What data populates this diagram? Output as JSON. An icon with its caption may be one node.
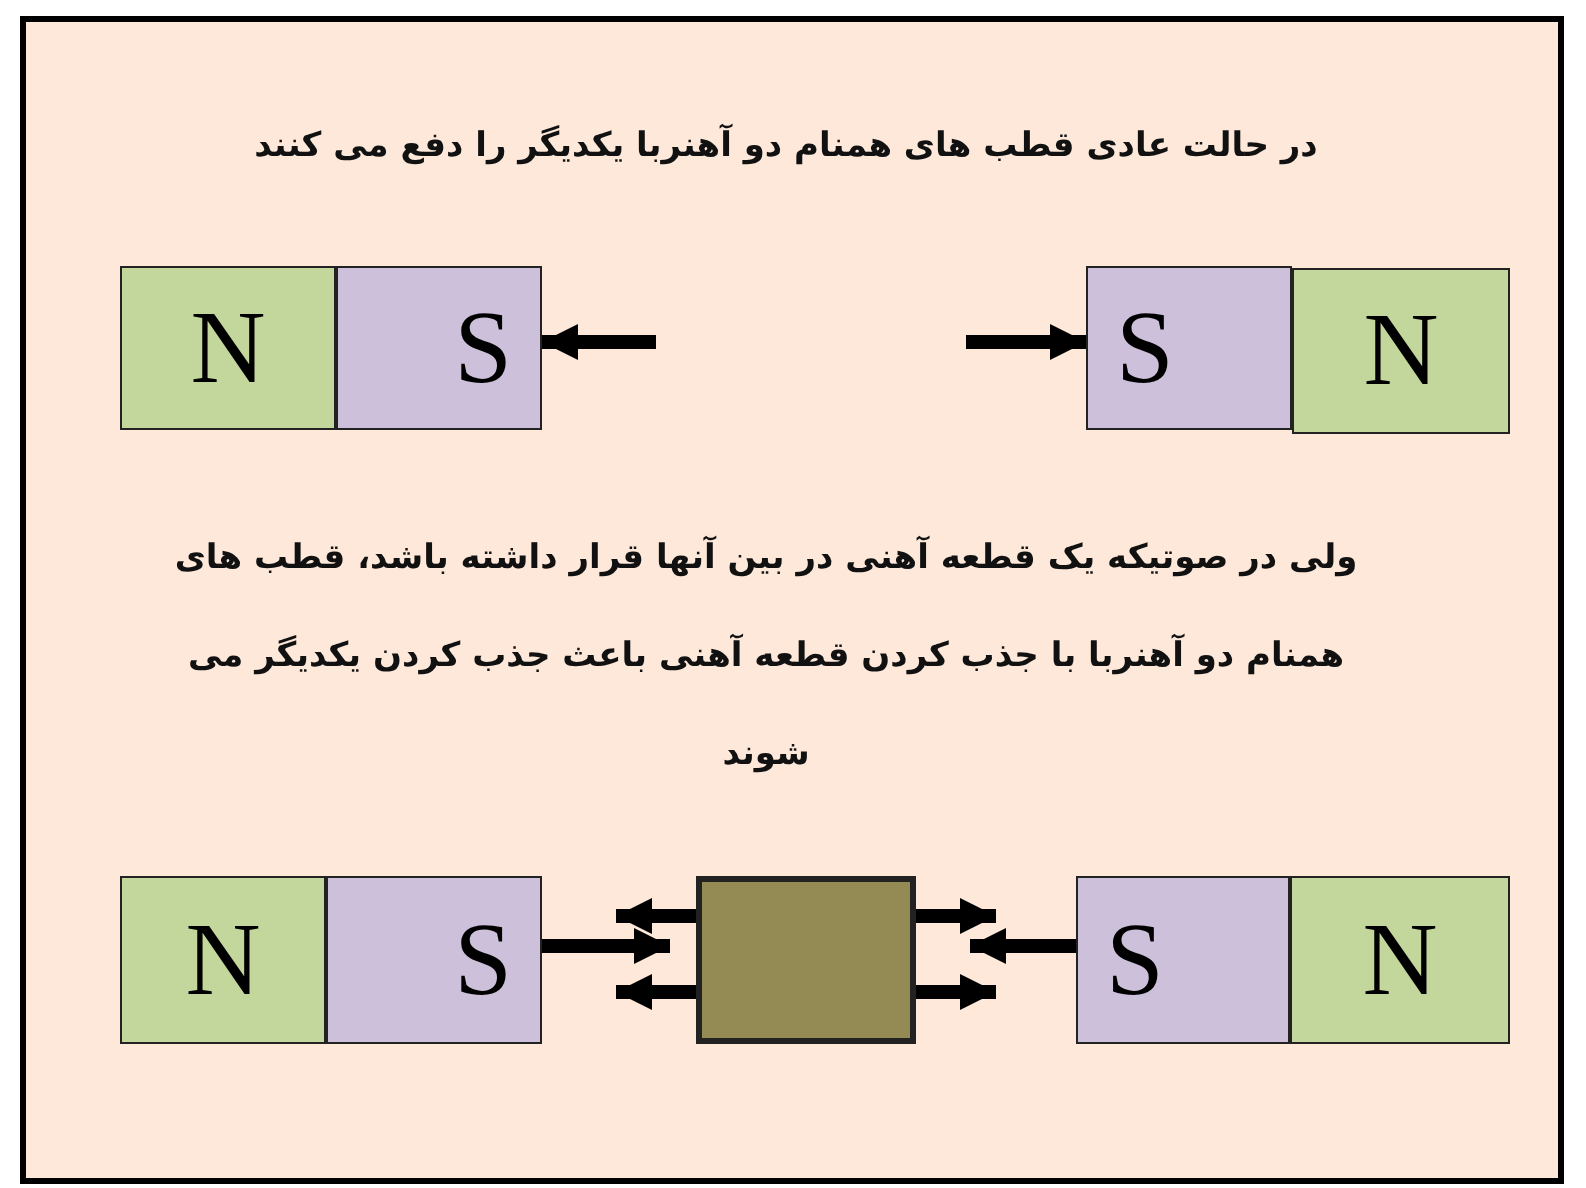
{
  "diagram": {
    "nodes": [
      {
        "text": [
          "N"
        ]
      },
      {
        "text": [
          "S"
        ]
      },
      {
        "text": [
          "S"
        ]
      },
      {
        "text": [
          "N"
        ]
      },
      {
        "text": [
          "N"
        ]
      },
      {
        "text": [
          "S"
        ]
      },
      {
        "text": [],
        "shape": "box"
      },
      {
        "text": [
          "S"
        ]
      },
      {
        "text": [
          "N"
        ]
      }
    ],
    "edges": [
      {
        "from": null,
        "to": 1,
        "arrow": "to"
      },
      {
        "from": null,
        "to": 2,
        "arrow": "to"
      },
      {
        "from": 5,
        "to": 6,
        "arrow": "to"
      },
      {
        "from": 6,
        "to": 5,
        "arrow": "to"
      },
      {
        "from": 6,
        "to": 5,
        "arrow": "to"
      },
      {
        "from": 6,
        "to": 7,
        "arrow": "to"
      },
      {
        "from": 6,
        "to": 7,
        "arrow": "to"
      },
      {
        "from": 7,
        "to": 6,
        "arrow": "to"
      }
    ],
    "labels": [
      "در حالت عادی قطب های همنام دو آهنربا یکدیگر را دفع می کنند",
      "ولی در صوتیکه یک قطعه آهنی در بین آنها قرار داشته باشد، قطب های همنام دو آهنربا با جذب کردن قطعه آهنی باعث جذب کردن یکدیگر می شوند"
    ]
  }
}
